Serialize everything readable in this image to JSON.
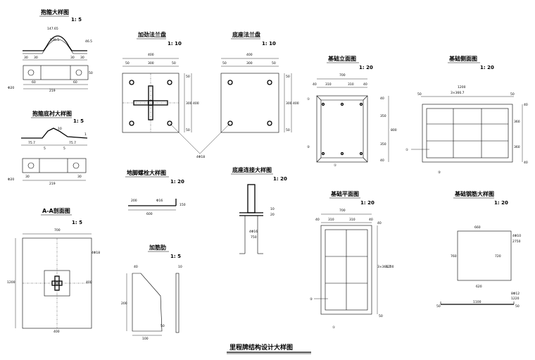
{
  "main_title": "里程牌结构设计大样图",
  "holder": {
    "title": "抱箍大样图",
    "scale": "1: 5",
    "dims": [
      "147.65",
      "R39.5",
      "46.5",
      "30",
      "30",
      "30",
      "30",
      "50",
      "60",
      "219",
      "60"
    ],
    "hole": "Φ20"
  },
  "liner": {
    "title": "抱箍底衬大样图",
    "scale": "1: 5",
    "dims": [
      "75.7",
      "75.7",
      "5",
      "5",
      "1",
      "10",
      "30",
      "219",
      "30"
    ],
    "hole": "Φ20"
  },
  "section": {
    "title": "A-A剖面图",
    "scale": "1: 5",
    "dims": [
      "700",
      "1200",
      "400",
      "400"
    ],
    "anchor": "4Φ18"
  },
  "flange_stiff": {
    "title": "加劲法兰盘",
    "scale": "1: 10",
    "dims": [
      "400",
      "50",
      "300",
      "50",
      "50",
      "300",
      "50",
      "400"
    ]
  },
  "flange_base": {
    "title": "底座法兰盘",
    "scale": "1: 10",
    "dims": [
      "400",
      "50",
      "300",
      "50",
      "50",
      "300",
      "50",
      "400"
    ]
  },
  "hole_note": "4Φ18",
  "bolt": {
    "title": "地脚螺栓大样图",
    "scale": "1: 20",
    "dims": [
      "200",
      "Φ16",
      "150",
      "600"
    ]
  },
  "rib": {
    "title": "加筋肋",
    "scale": "1: 5",
    "dims": [
      "40",
      "10",
      "200",
      "50",
      "100"
    ]
  },
  "conn": {
    "title": "底座连接大样图",
    "scale": "1: 20",
    "dims": [
      "10",
      "20",
      "4Φ16",
      "750"
    ]
  },
  "elev": {
    "title": "基础立面图",
    "scale": "1: 20",
    "dims": [
      "700",
      "40",
      "310",
      "310",
      "40",
      "40",
      "350",
      "350",
      "40",
      "800"
    ],
    "marks": [
      "①",
      "②",
      "①"
    ]
  },
  "side": {
    "title": "基础侧面图",
    "scale": "1: 20",
    "dims": [
      "1200",
      "3×366.7",
      "50",
      "50",
      "40",
      "360",
      "360",
      "40"
    ],
    "marks": [
      "①",
      "②"
    ]
  },
  "plan": {
    "title": "基础平面图",
    "scale": "1: 20",
    "dims": [
      "700",
      "40",
      "310",
      "310",
      "40",
      "40",
      "3×366.7",
      "1200",
      "50"
    ],
    "marks": [
      "②",
      "①"
    ]
  },
  "rebar": {
    "title": "基础钢筋大样图",
    "scale": "1: 20",
    "dims": [
      "660",
      "4Φ10",
      "2750",
      "720",
      "760",
      "620",
      "1100",
      "8Φ12",
      "1220",
      "50",
      "50"
    ]
  }
}
